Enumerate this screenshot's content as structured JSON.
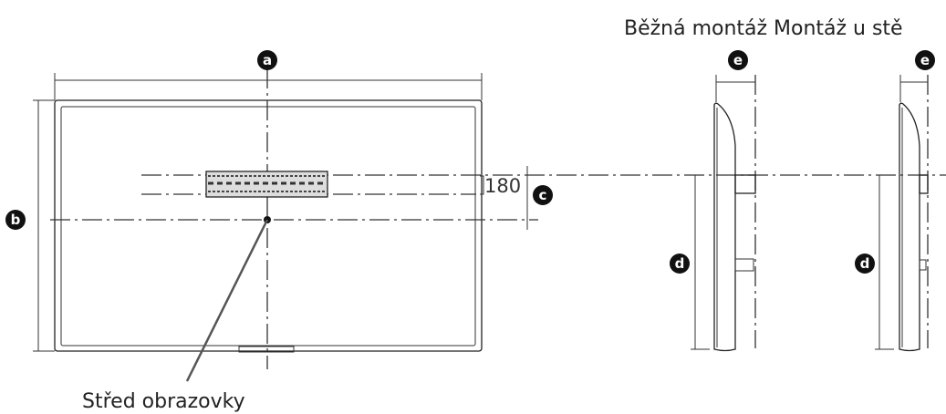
{
  "header": {
    "standard_mount_label": "Běžná montáž",
    "wall_mount_label": "Montáž u stě"
  },
  "markers": {
    "a": "a",
    "b": "b",
    "c": "c",
    "d": "d",
    "e": "e"
  },
  "front_view": {
    "bracket_spacing": "180",
    "screen_center_label": "Střed obrazovky"
  },
  "colors": {
    "line": "#222222",
    "marker": "#111111"
  }
}
